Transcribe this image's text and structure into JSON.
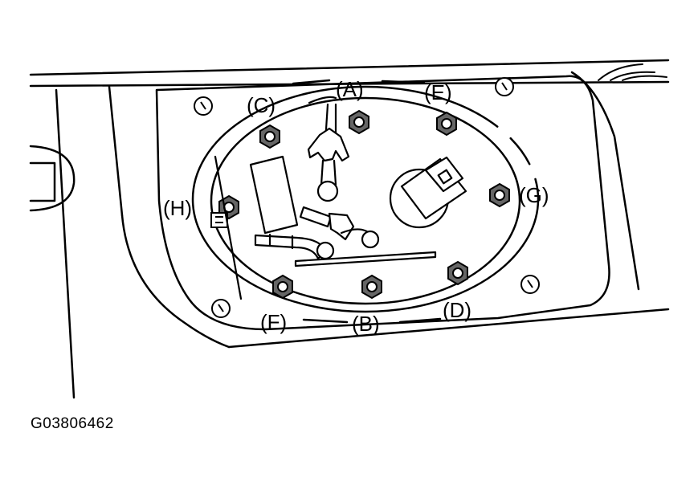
{
  "diagram": {
    "callouts": {
      "a": "(A)",
      "b": "(B)",
      "c": "(C)",
      "d": "(D)",
      "e": "(E)",
      "f": "(F)",
      "g": "(G)",
      "h": "(H)"
    },
    "figure_id": "G03806462",
    "colors": {
      "line": "#000000",
      "background": "#ffffff",
      "nut_fill": "#555555"
    }
  }
}
